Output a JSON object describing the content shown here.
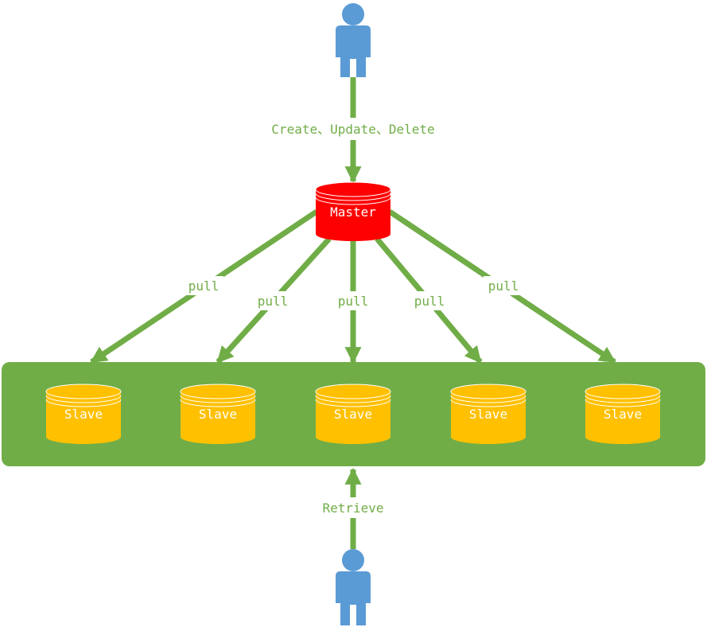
{
  "colors": {
    "arrow": "#70AD47",
    "cluster": "#70AD47",
    "master": "#FF0000",
    "slave": "#FFC000",
    "user": "#5B9BD5",
    "text_node": "#FFFFFF",
    "text_edge": "#70AD47"
  },
  "icons": {
    "user": "person-icon",
    "database": "database-cylinder-icon"
  },
  "nodes": {
    "master": {
      "label": "Master"
    },
    "slaves": [
      {
        "label": "Slave"
      },
      {
        "label": "Slave"
      },
      {
        "label": "Slave"
      },
      {
        "label": "Slave"
      },
      {
        "label": "Slave"
      }
    ]
  },
  "edges": {
    "write": {
      "label": "Create、Update、Delete"
    },
    "read": {
      "label": "Retrieve"
    },
    "pull": [
      {
        "label": "pull"
      },
      {
        "label": "pull"
      },
      {
        "label": "pull"
      },
      {
        "label": "pull"
      },
      {
        "label": "pull"
      }
    ]
  }
}
